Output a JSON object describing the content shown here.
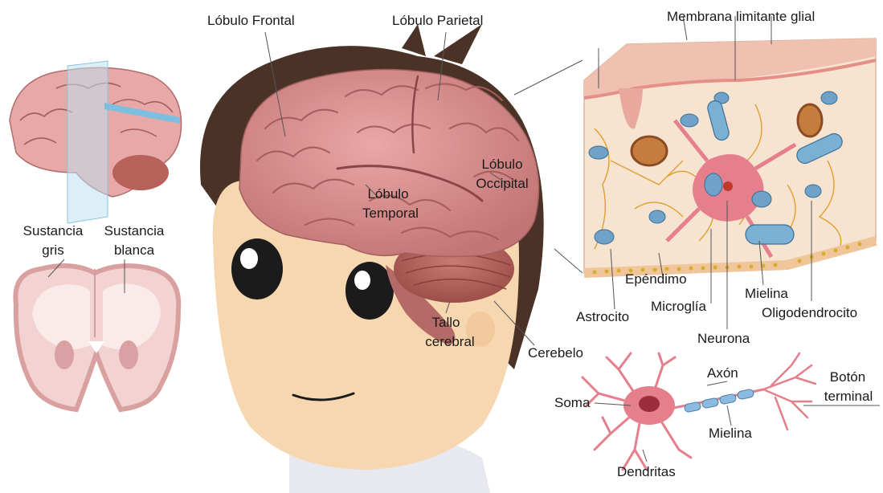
{
  "labels": {
    "lobulo_frontal": "Lóbulo Frontal",
    "lobulo_parietal": "Lóbulo Parietal",
    "membrana_limitante": "Membrana limitante glial",
    "lobulo_occipital_1": "Lóbulo",
    "lobulo_occipital_2": "Occipital",
    "lobulo_temporal_1": "Lóbulo",
    "lobulo_temporal_2": "Temporal",
    "sustancia_gris_1": "Sustancia",
    "sustancia_gris_2": "gris",
    "sustancia_blanca_1": "Sustancia",
    "sustancia_blanca_2": "blanca",
    "tallo_1": "Tallo",
    "tallo_2": "cerebral",
    "cerebelo": "Cerebelo",
    "ependimo": "Epéndimo",
    "microglia": "Microglía",
    "astrocito": "Astrocito",
    "mielina_tissue": "Mielina",
    "oligodendrocito": "Oligodendrocito",
    "neurona": "Neurona",
    "axon": "Axón",
    "boton_1": "Botón",
    "boton_2": "terminal",
    "soma": "Soma",
    "mielina_neuron": "Mielina",
    "dendritas": "Dendritas"
  },
  "colors": {
    "hair": "#4a3326",
    "skin": "#f7d7b0",
    "brain": "#d98f8f",
    "brain_dark": "#b86c6c",
    "cerebellum": "#b8605a",
    "tissue_bg": "#f6e0cc",
    "astrocyte_blue": "#6fa2c9",
    "neuron_pink": "#e57f8b",
    "axon_orange": "#e0a030",
    "ependyma_dot": "#d6ad2c"
  }
}
